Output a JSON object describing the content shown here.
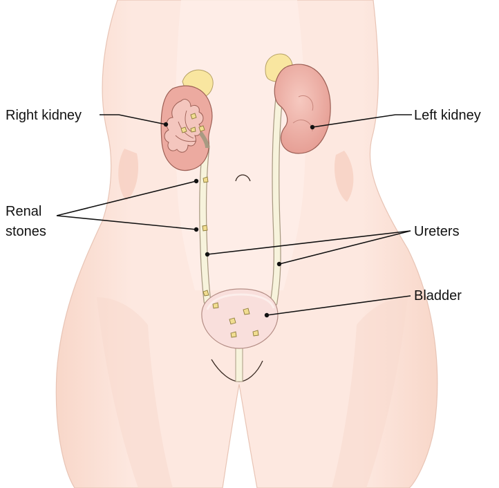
{
  "labels": {
    "right_kidney": "Right kidney",
    "left_kidney": "Left kidney",
    "renal_stones_line1": "Renal",
    "renal_stones_line2": "stones",
    "ureters": "Ureters",
    "bladder": "Bladder"
  },
  "colors": {
    "skin": "#fde8e0",
    "skin_light": "#feefe9",
    "skin_shadow": "#f8d5c7",
    "kidney": "#ecaaa0",
    "kidney_highlight": "#f6c9c0",
    "kidney_outline": "#9b5e54",
    "adrenal": "#f9e6a0",
    "ureter": "#f7f3dc",
    "ureter_outline": "#a89a82",
    "bladder": "#f9dfdc",
    "stone": "#f1dd91",
    "text": "#111111"
  }
}
